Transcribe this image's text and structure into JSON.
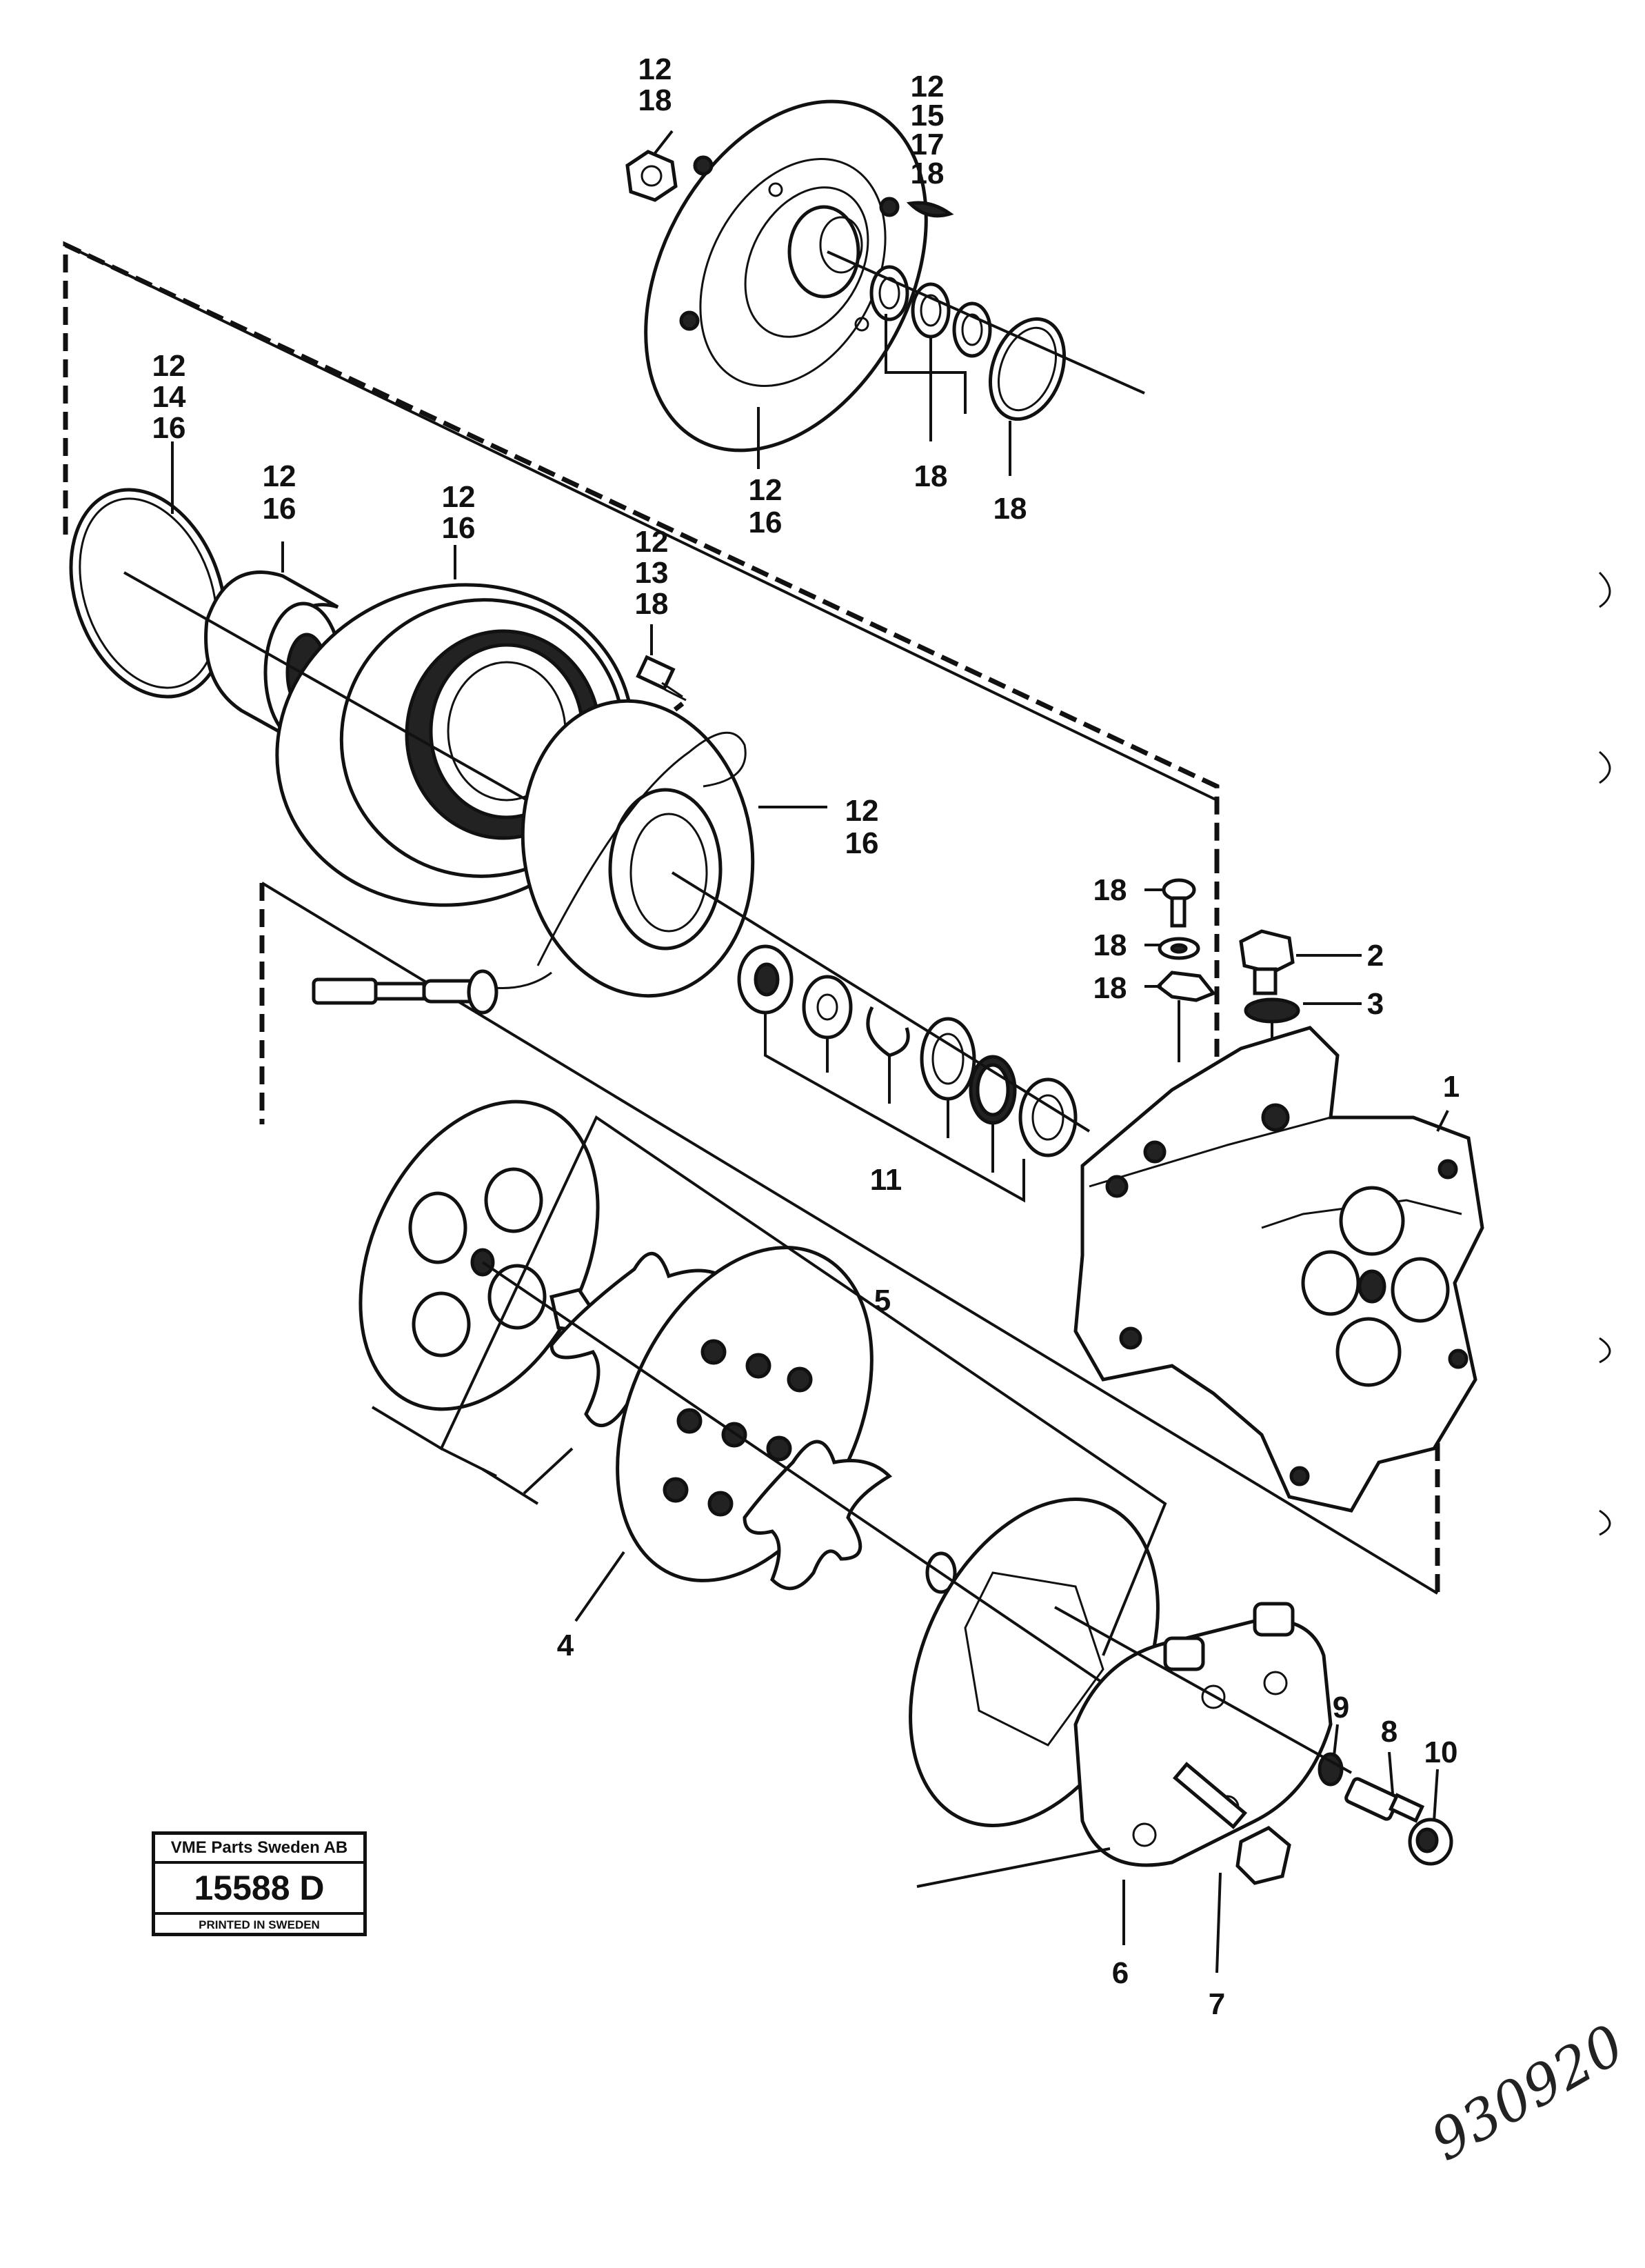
{
  "callouts": {
    "top_nut": [
      "12",
      "18"
    ],
    "top_key": [
      "12",
      "15",
      "17",
      "18"
    ],
    "hub_plate": [
      "12",
      "16"
    ],
    "shims": "18",
    "top_snap_ring": "18",
    "left_snap_ring": [
      "12",
      "14",
      "16"
    ],
    "bearing": [
      "12",
      "16"
    ],
    "pulley": [
      "12",
      "16"
    ],
    "coil_screw": [
      "12",
      "13",
      "18"
    ],
    "coil": [
      "12",
      "16"
    ],
    "screw": "18",
    "washer": "18",
    "clip": "18",
    "plug": "2",
    "o_ring": "3",
    "compressor_body": "1",
    "seal_kit": "11",
    "valve_plate_kit": "5",
    "valve_plate": "4",
    "cylinder_head": "6",
    "bolt": "7",
    "valve": "8",
    "seal_ring": "9",
    "cap": "10"
  },
  "stamp": {
    "company": "VME Parts Sweden AB",
    "number": "15588 D",
    "printed": "PRINTED IN SWEDEN"
  },
  "handwritten_number": "930920"
}
